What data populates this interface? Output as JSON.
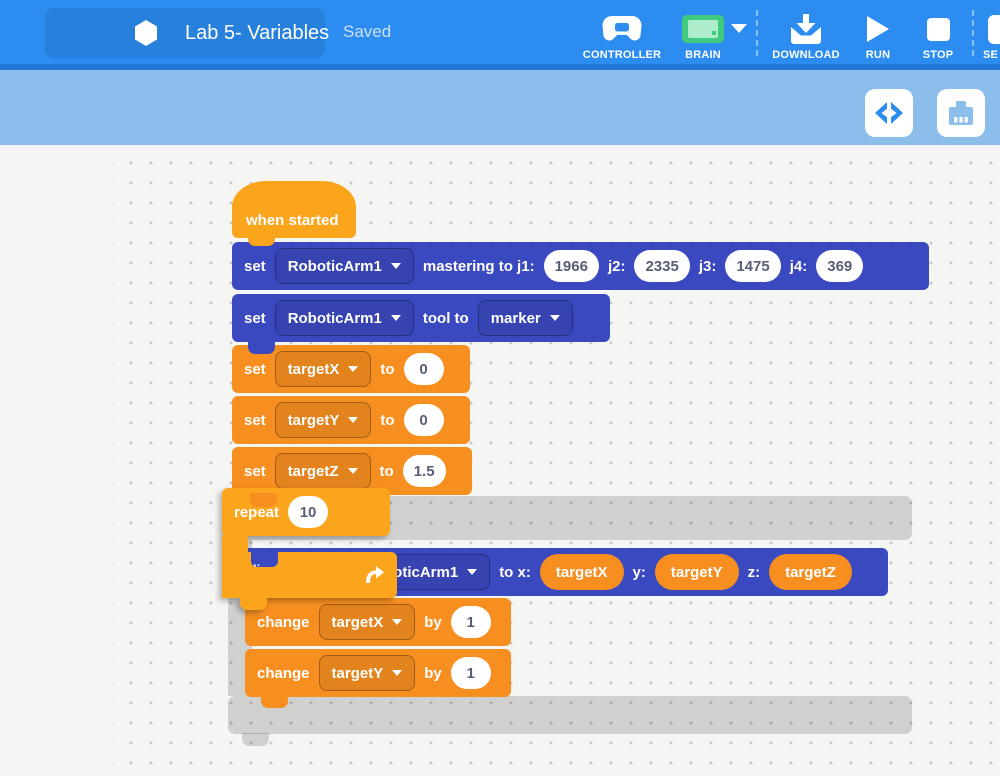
{
  "header": {
    "title": "Lab 5- Variables",
    "save_status": "Saved",
    "toolbar": {
      "controller": {
        "label": "CONTROLLER"
      },
      "brain": {
        "label": "BRAIN"
      },
      "download": {
        "label": "DOWNLOAD"
      },
      "run": {
        "label": "RUN"
      },
      "stop": {
        "label": "STOP"
      },
      "partial": {
        "label": "SE"
      }
    }
  },
  "colors": {
    "topbar": "#2d8cf0",
    "topbar_edge": "#2478d8",
    "title_pill": "#2781dc",
    "subtoolbar": "#8bbeea",
    "workspace_bg": "#f5f5f4",
    "grid_dot": "#c9c9c9",
    "block_blue": "#3b49c1",
    "block_orange": "#f78f20",
    "block_yellow": "#fba51d",
    "brain_icon_green": "#3ecb7d",
    "drop_ghost": "rgba(0,0,0,0.15)",
    "pill_text": "#575e75"
  },
  "workspace": {
    "hat": {
      "label": "when started"
    },
    "mastering": {
      "set": "set",
      "device": "RoboticArm1",
      "text": "mastering to j1:",
      "j1": "1966",
      "j2_label": "j2:",
      "j2": "2335",
      "j3_label": "j3:",
      "j3": "1475",
      "j4_label": "j4:",
      "j4": "369"
    },
    "tool": {
      "set": "set",
      "device": "RoboticArm1",
      "text": "tool to",
      "tool": "marker"
    },
    "set_x": {
      "set": "set",
      "var": "targetX",
      "to": "to",
      "value": "0"
    },
    "set_y": {
      "set": "set",
      "var": "targetY",
      "to": "to",
      "value": "0"
    },
    "set_z": {
      "set": "set",
      "var": "targetZ",
      "to": "to",
      "value": "1.5"
    },
    "repeat": {
      "label": "repeat",
      "count": "10"
    },
    "move": {
      "fragment": "li",
      "device": "RoboticArm1",
      "x_label": "to x:",
      "x": "targetX",
      "y_label": "y:",
      "y": "targetY",
      "z_label": "z:",
      "z": "targetZ"
    },
    "change_x": {
      "change": "change",
      "var": "targetX",
      "by": "by",
      "value": "1"
    },
    "change_y": {
      "change": "change",
      "var": "targetY",
      "by": "by",
      "value": "1"
    }
  }
}
